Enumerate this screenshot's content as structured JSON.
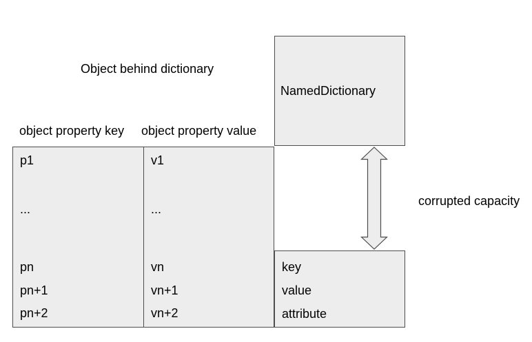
{
  "diagram": {
    "title": "Object behind dictionary",
    "colors": {
      "box_fill": "#ededed",
      "box_border": "#4d4d4d",
      "text": "#000000",
      "background": "#ffffff"
    },
    "object_table": {
      "key_header": "object property key",
      "value_header": "object property value",
      "rows": [
        {
          "key": "p1",
          "value": "v1"
        },
        {
          "key": "...",
          "value": "..."
        },
        {
          "key": "pn",
          "value": "vn"
        },
        {
          "key": "pn+1",
          "value": "vn+1"
        },
        {
          "key": "pn+2",
          "value": "vn+2"
        }
      ]
    },
    "named_dictionary": {
      "label": "NamedDictionary"
    },
    "entry_box": {
      "fields": [
        "key",
        "value",
        "attribute"
      ]
    },
    "arrow": {
      "icon": "double-vertical-arrow-icon",
      "label": "corrupted capacity"
    }
  }
}
